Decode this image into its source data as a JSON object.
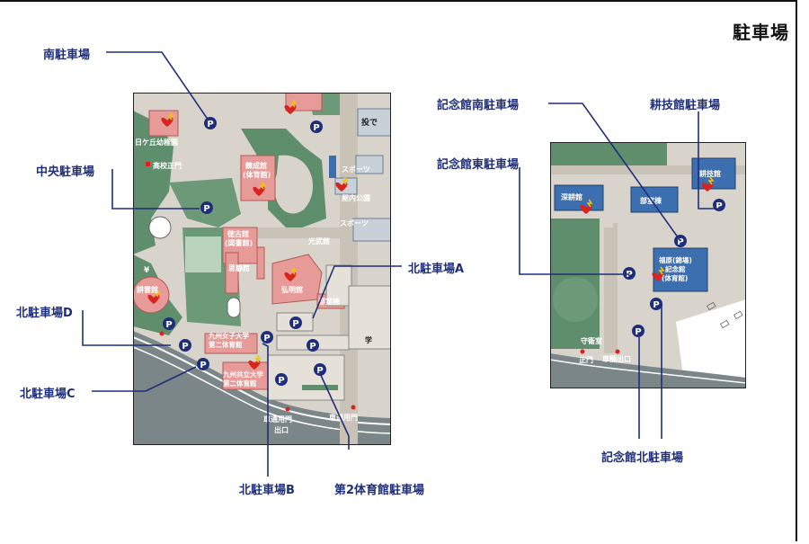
{
  "title": "駐車場",
  "parking_labels": {
    "minami": "南駐車場",
    "chuo": "中央駐車場",
    "kita_d": "北駐車場D",
    "kita_c": "北駐車場C",
    "kita_a": "北駐車場A",
    "kita_b": "北駐車場B",
    "dai2": "第2体育館駐車場",
    "kinen_minami": "記念館南駐車場",
    "kinen_higashi": "記念館東駐車場",
    "kougi": "耕技館駐車場",
    "kinen_kita": "記念館北駐車場"
  },
  "parking_symbol": "P",
  "left_map": {
    "places": {
      "kindergarten": "日ケ丘幼稚園",
      "school_gate": "高校正門",
      "gym": "錬成館",
      "gym_sub": "(体育館)",
      "library": "徳古館",
      "library_sub": "(図書館)",
      "shiseikan": "思静館",
      "koubukan": "光武館",
      "kouneikan": "弘明館",
      "bushitsu": "部室棟",
      "kouunkan": "耕雲館",
      "sports1": "スポーツ",
      "outdoor": "屋内公園",
      "sports2": "スポーツ",
      "women_univ": "九州女子大学",
      "women_gym": "第二体育館",
      "kyoritsu_univ": "九州共立大学",
      "kyoritsu_gym": "第二体育館",
      "vehicle_gate1": "車通用門",
      "exit1": "出口",
      "vehicle_gate2": "車通用門",
      "gi": "投で",
      "yen": "¥",
      "gaku": "学"
    }
  },
  "right_map": {
    "places": {
      "shinsoukan": "深耕館",
      "bushitsu": "部室棟",
      "kougikan": "耕技館",
      "memorial1": "福原(錦場)",
      "memorial2": "記念館",
      "memorial3": "(体育館)",
      "guard": "守衛室",
      "main_gate": "正門",
      "vehicle_exit": "車輛出口"
    }
  }
}
